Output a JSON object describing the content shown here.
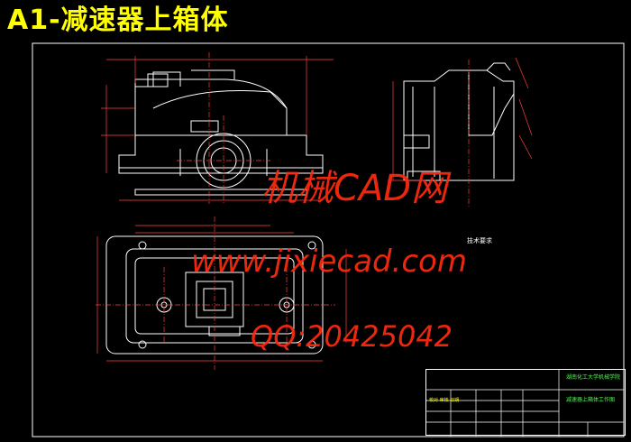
{
  "title": "A1-减速器上箱体",
  "watermark": {
    "site_cn": "机械CAD网",
    "url": "www.jixiecad.com",
    "qq": "QQ:20425042"
  },
  "tech_requirements": {
    "heading": "技术要求"
  },
  "title_block": {
    "school": "湖南化工大学机械学院",
    "drawing_name": "减速器上箱体工作图",
    "left_rows": "校对 审核 日期"
  },
  "colors": {
    "background": "#000000",
    "title": "#ffff00",
    "watermark": "#ff2a10",
    "outline": "#ffffff",
    "dimension": "#ff4040",
    "center": "#ff4040",
    "text_green": "#4cff4c"
  }
}
